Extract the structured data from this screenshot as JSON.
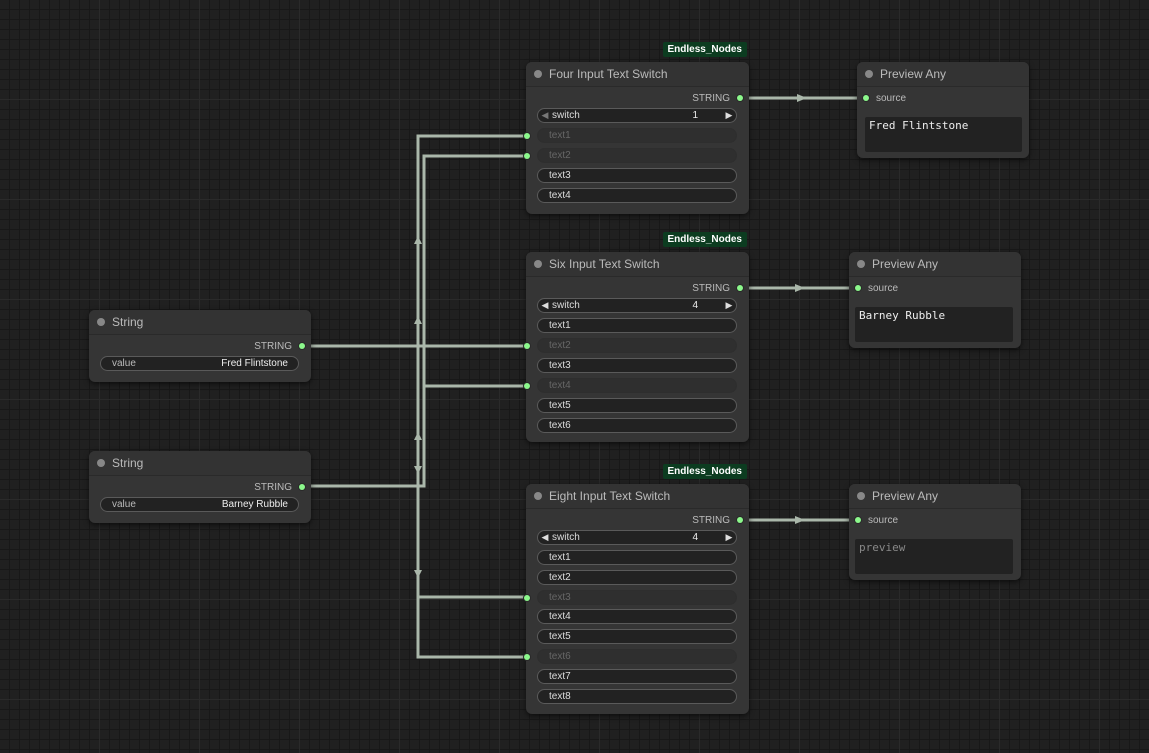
{
  "colors": {
    "link": "#aab7aa",
    "slot": "#8cf88c",
    "badge_bg": "#0c3c20"
  },
  "string_nodes": [
    {
      "title": "String",
      "output": "STRING",
      "widget_label": "value",
      "widget_value": "Fred Flintstone"
    },
    {
      "title": "String",
      "output": "STRING",
      "widget_label": "value",
      "widget_value": "Barney Rubble"
    }
  ],
  "switch_nodes": [
    {
      "badge": "Endless_Nodes",
      "title": "Four Input Text Switch",
      "output": "STRING",
      "switch_label": "switch",
      "switch_value": "1",
      "inputs": [
        "text1",
        "text2",
        "text3",
        "text4"
      ]
    },
    {
      "title": "Six Input Text Switch",
      "output": "STRING",
      "switch_label": "switch",
      "switch_value": "4",
      "inputs": [
        "text1",
        "text2",
        "text3",
        "text4",
        "text5",
        "text6"
      ]
    },
    {
      "badge": "Endless_Nodes",
      "title": "Eight Input Text Switch",
      "output": "STRING",
      "switch_label": "switch",
      "switch_value": "4",
      "inputs": [
        "text1",
        "text2",
        "text3",
        "text4",
        "text5",
        "text6",
        "text7",
        "text8"
      ]
    }
  ],
  "preview_nodes": [
    {
      "title": "Preview Any",
      "input": "source",
      "text": "Fred Flintstone"
    },
    {
      "title": "Preview Any",
      "input": "source",
      "text": "Barney Rubble"
    },
    {
      "title": "Preview Any",
      "input": "source",
      "placeholder": "preview"
    }
  ],
  "icons": {
    "left": "arrow-left-icon",
    "right": "arrow-right-icon"
  }
}
